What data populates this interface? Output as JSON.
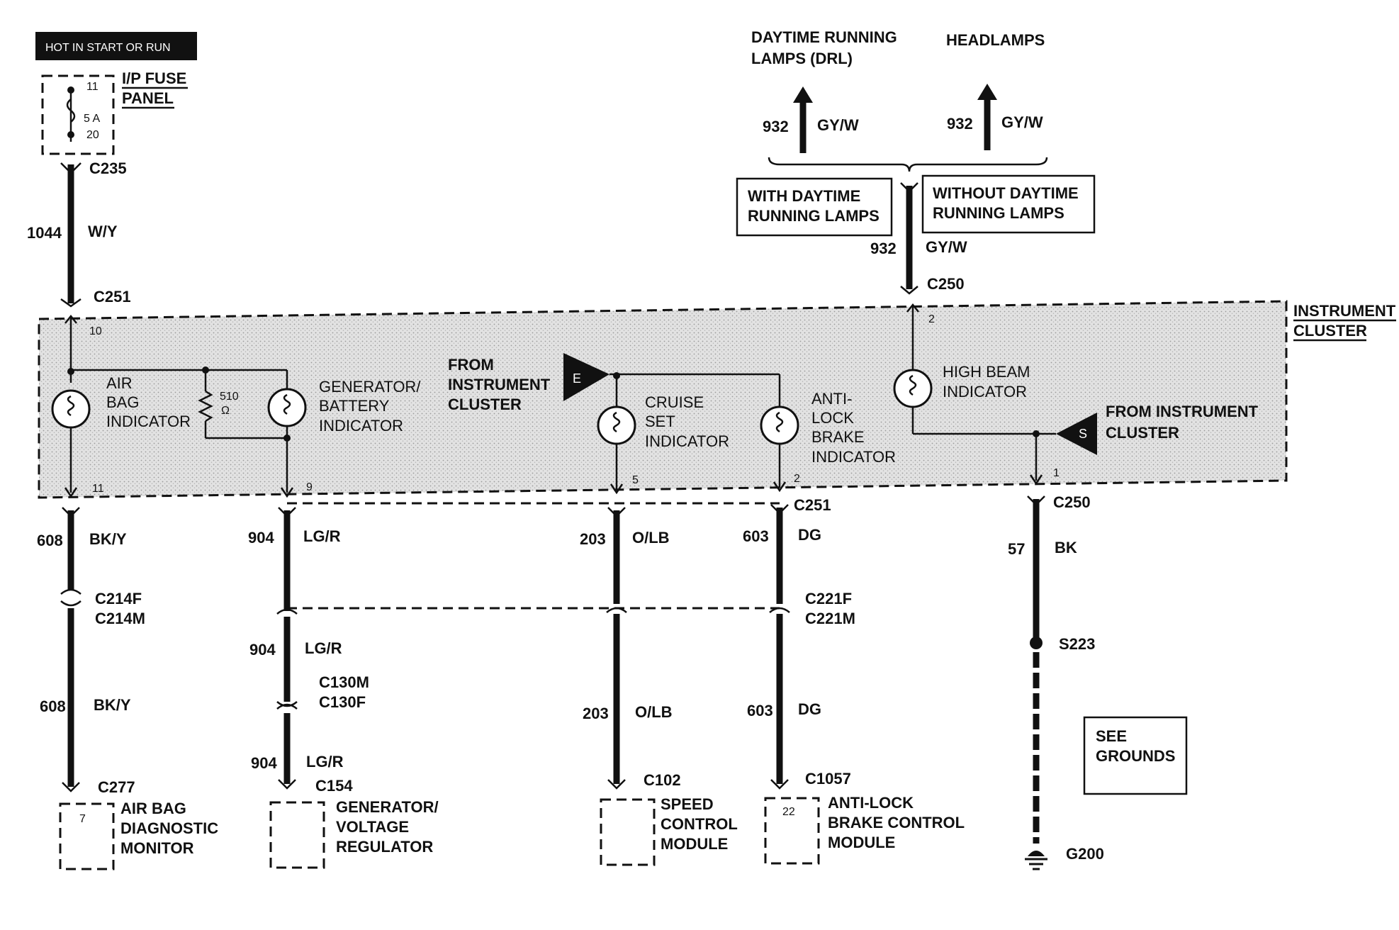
{
  "header": {
    "hot_label": "HOT IN START OR  RUN"
  },
  "fuse_panel": {
    "title_line1": "I/P FUSE",
    "title_line2": "PANEL",
    "fuse_top": "11",
    "fuse_rating": "5 A",
    "fuse_bottom": "20"
  },
  "connectors": {
    "c235": "C235",
    "c251_top": "C251",
    "c251_right": "C251",
    "c250_top": "C250",
    "c250_bottom": "C250",
    "c214f": "C214F",
    "c214m": "C214M",
    "c221f": "C221F",
    "c221m": "C221M",
    "c130m": "C130M",
    "c130f": "C130F",
    "c277": "C277",
    "c154": "C154",
    "c102": "C102",
    "c1057": "C1057",
    "s223": "S223",
    "g200": "G200"
  },
  "wires": {
    "w1044": {
      "circuit": "1044",
      "color": "W/Y"
    },
    "w608a": {
      "circuit": "608",
      "color": "BK/Y"
    },
    "w608b": {
      "circuit": "608",
      "color": "BK/Y"
    },
    "w904a": {
      "circuit": "904",
      "color": "LG/R"
    },
    "w904b": {
      "circuit": "904",
      "color": "LG/R"
    },
    "w904c": {
      "circuit": "904",
      "color": "LG/R"
    },
    "w203a": {
      "circuit": "203",
      "color": "O/LB"
    },
    "w203b": {
      "circuit": "203",
      "color": "O/LB"
    },
    "w603a": {
      "circuit": "603",
      "color": "DG"
    },
    "w603b": {
      "circuit": "603",
      "color": "DG"
    },
    "w57": {
      "circuit": "57",
      "color": "BK"
    },
    "w932a": {
      "circuit": "932",
      "color": "GY/W"
    },
    "w932b": {
      "circuit": "932",
      "color": "GY/W"
    },
    "w932c": {
      "circuit": "932",
      "color": "GY/W"
    }
  },
  "top_destinations": {
    "drl_line1": "DAYTIME RUNNING",
    "drl_line2": "LAMPS (DRL)",
    "headlamps": "HEADLAMPS"
  },
  "option_boxes": {
    "with_line1": "WITH DAYTIME",
    "with_line2": "RUNNING LAMPS",
    "without_line1": "WITHOUT DAYTIME",
    "without_line2": "RUNNING LAMPS"
  },
  "cluster": {
    "title_line1": "INSTRUMENT",
    "title_line2": "CLUSTER",
    "airbag_line1": "AIR",
    "airbag_line2": "BAG",
    "airbag_line3": "INDICATOR",
    "resistor_value": "510",
    "resistor_unit": "Ω",
    "gen_line1": "GENERATOR/",
    "gen_line2": "BATTERY",
    "gen_line3": "INDICATOR",
    "from_e_line1": "FROM",
    "from_e_line2": "INSTRUMENT",
    "from_e_line3": "CLUSTER",
    "e_flag": "E",
    "cruise_line1": "CRUISE",
    "cruise_line2": "SET",
    "cruise_line3": "INDICATOR",
    "abs_line1": "ANTI-",
    "abs_line2": "LOCK",
    "abs_line3": "BRAKE",
    "abs_line4": "INDICATOR",
    "highbeam_line1": "HIGH BEAM",
    "highbeam_line2": "INDICATOR",
    "from_s_line1": "FROM INSTRUMENT",
    "from_s_line2": "CLUSTER",
    "s_flag": "S",
    "pin_10": "10",
    "pin_11": "11",
    "pin_9": "9",
    "pin_5": "5",
    "pin_2_bot": "2",
    "pin_2_top": "2",
    "pin_1": "1"
  },
  "modules": {
    "airbag_line1": "AIR BAG",
    "airbag_line2": "DIAGNOSTIC",
    "airbag_line3": "MONITOR",
    "airbag_pin": "7",
    "gen_line1": "GENERATOR/",
    "gen_line2": "VOLTAGE",
    "gen_line3": "REGULATOR",
    "speed_line1": "SPEED",
    "speed_line2": "CONTROL",
    "speed_line3": "MODULE",
    "abs_line1": "ANTI-LOCK",
    "abs_line2": "BRAKE CONTROL",
    "abs_line3": "MODULE",
    "abs_pin": "22"
  },
  "see_grounds": {
    "line1": "SEE",
    "line2": "GROUNDS"
  }
}
